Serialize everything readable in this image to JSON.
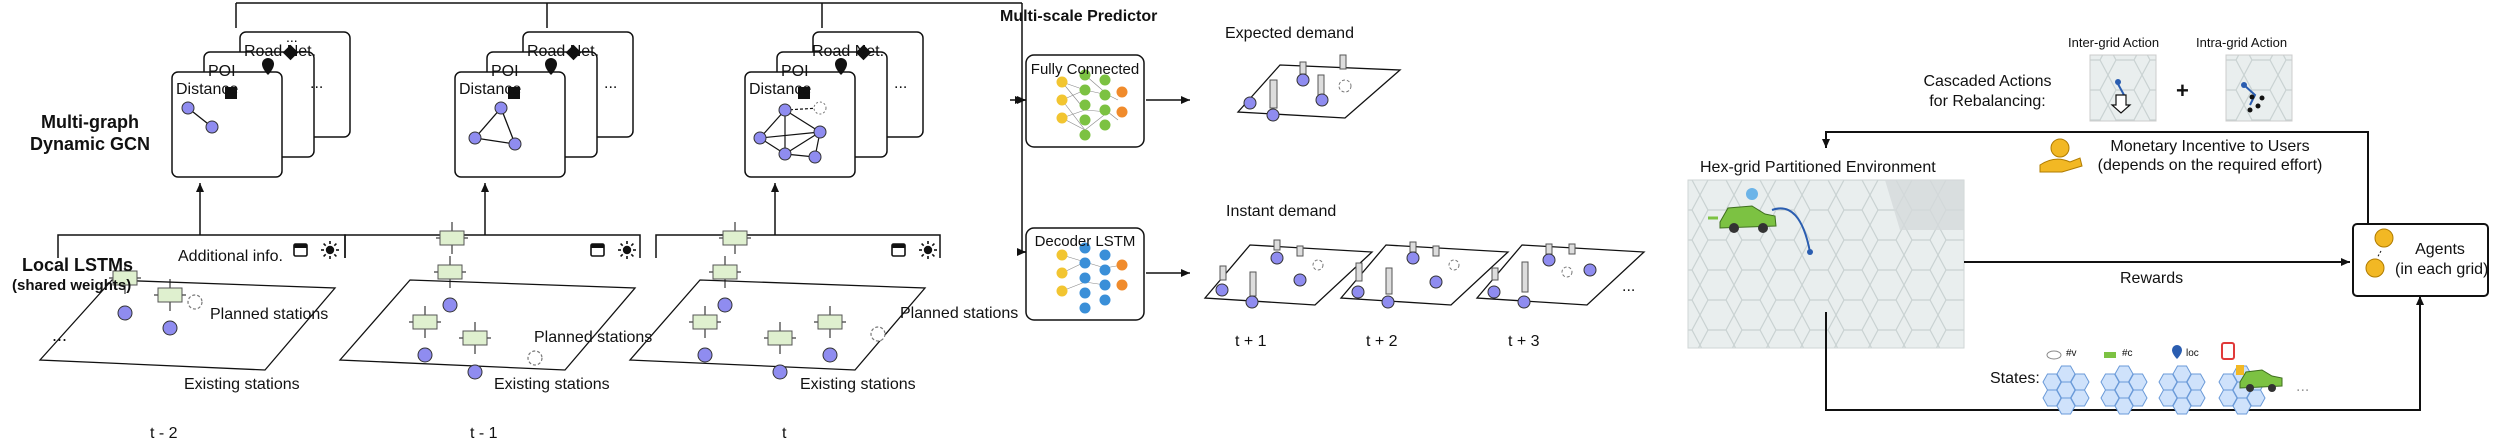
{
  "left": {
    "multi_graph_title": [
      "Multi-graph",
      "Dynamic GCN"
    ],
    "local_lstms_title": "Local LSTMs",
    "local_lstms_sub": "(shared weights)",
    "additional_info": "Additional info.",
    "graph_cards": {
      "distance": "Distance",
      "poi": "POI",
      "road": "Road Net."
    },
    "planned_stations": "Planned stations",
    "existing_stations": "Existing stations",
    "time_steps": [
      "t - 2",
      "t - 1",
      "t"
    ],
    "ellipsis": "..."
  },
  "middle": {
    "predictor_title": "Multi-scale Predictor",
    "fully_connected": "Fully Connected",
    "decoder_lstm": "Decoder LSTM",
    "expected_demand": "Expected demand",
    "instant_demand": "Instant demand",
    "horizons": [
      "t + 1",
      "t + 2",
      "t + 3"
    ],
    "ellipsis": "..."
  },
  "right": {
    "cascaded_actions": [
      "Cascaded Actions",
      "for Rebalancing:"
    ],
    "inter_grid": "Inter-grid Action",
    "intra_grid": "Intra-grid Action",
    "plus": "+",
    "monetary": [
      "Monetary Incentive to Users",
      "(depends on the required effort)"
    ],
    "env_title": "Hex-grid Partitioned Environment",
    "agents": [
      "Agents",
      "(in each grid)"
    ],
    "rewards": "Rewards",
    "states": "States:",
    "state_icons": [
      "#v",
      "#c",
      "loc"
    ],
    "ellipsis": "..."
  },
  "colors": {
    "node": "#8f8cf0",
    "lstm_cell": "#dff0cf",
    "nn_green": "#7cc242",
    "nn_yellow": "#f2c531",
    "nn_orange": "#f08b2c",
    "nn_blue": "#3a8fd8",
    "hex_blue": "#cfe2fb",
    "coin_gold": "#f2b824"
  }
}
